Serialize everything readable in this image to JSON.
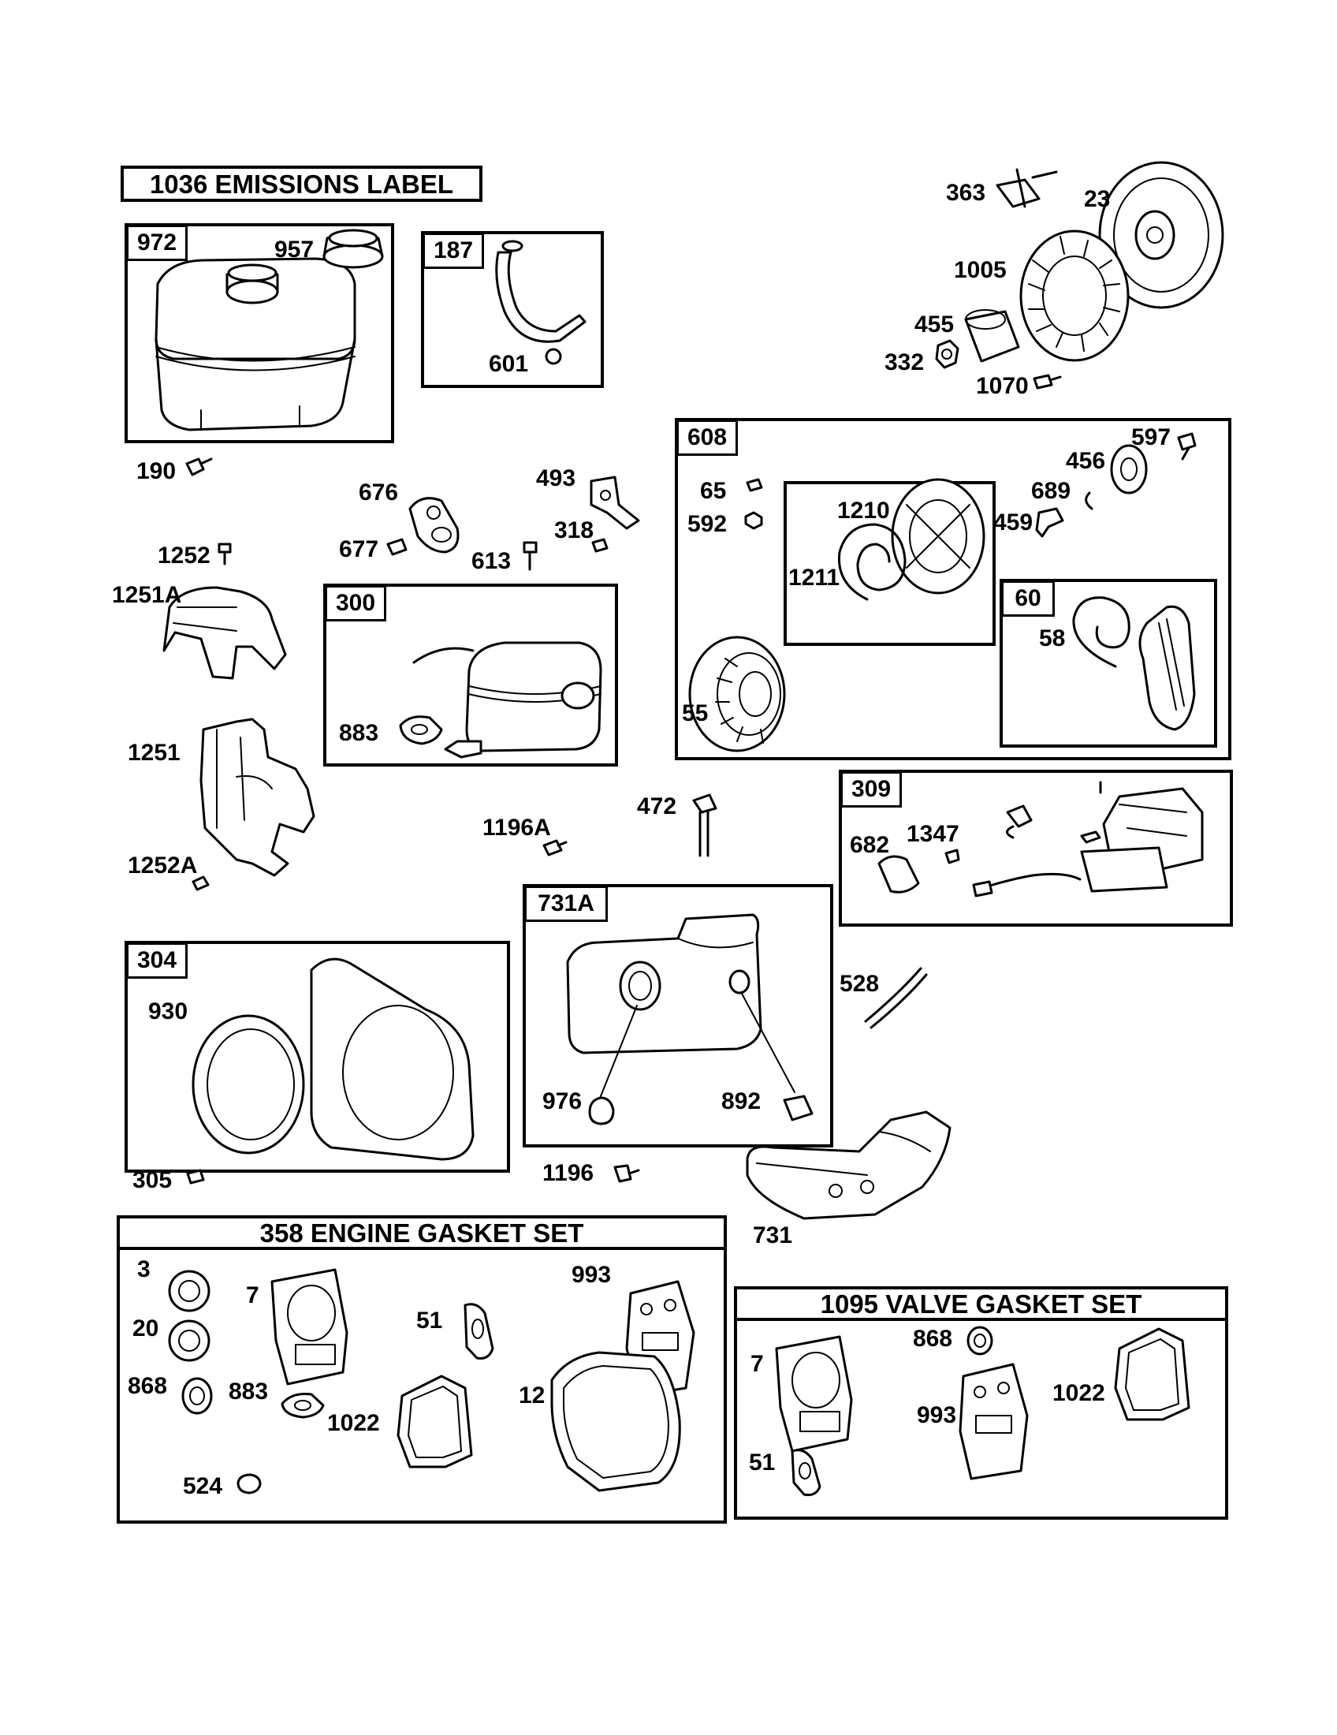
{
  "headers": {
    "emissions_label": "1036 EMISSIONS LABEL",
    "engine_gasket_set": "358 ENGINE GASKET SET",
    "valve_gasket_set": "1095 VALVE GASKET SET"
  },
  "box_tags": {
    "b972": "972",
    "b187": "187",
    "b300": "300",
    "b608": "608",
    "b60": "60",
    "b309": "309",
    "b731a": "731A",
    "b304": "304"
  },
  "labels": {
    "p957": "957",
    "p601": "601",
    "p363": "363",
    "p23": "23",
    "p1005": "1005",
    "p455": "455",
    "p332": "332",
    "p1070": "1070",
    "p190": "190",
    "p676": "676",
    "p493": "493",
    "p318": "318",
    "p677": "677",
    "p613": "613",
    "p1252": "1252",
    "p1251a": "1251A",
    "p883a": "883",
    "p1251": "1251",
    "p1252a": "1252A",
    "p65": "65",
    "p592": "592",
    "p1210": "1210",
    "p1211": "1211",
    "p597": "597",
    "p456": "456",
    "p689": "689",
    "p459": "459",
    "p58": "58",
    "p55": "55",
    "p1196a": "1196A",
    "p472": "472",
    "p682": "682",
    "p1347": "1347",
    "p930": "930",
    "p305": "305",
    "p976": "976",
    "p892": "892",
    "p528": "528",
    "p1196": "1196",
    "p731": "731",
    "g3": "3",
    "g7": "7",
    "g20": "20",
    "g868": "868",
    "g883": "883",
    "g51": "51",
    "g993": "993",
    "g1022": "1022",
    "g12": "12",
    "g524": "524",
    "v7": "7",
    "v868": "868",
    "v993": "993",
    "v1022": "1022",
    "v51": "51"
  }
}
